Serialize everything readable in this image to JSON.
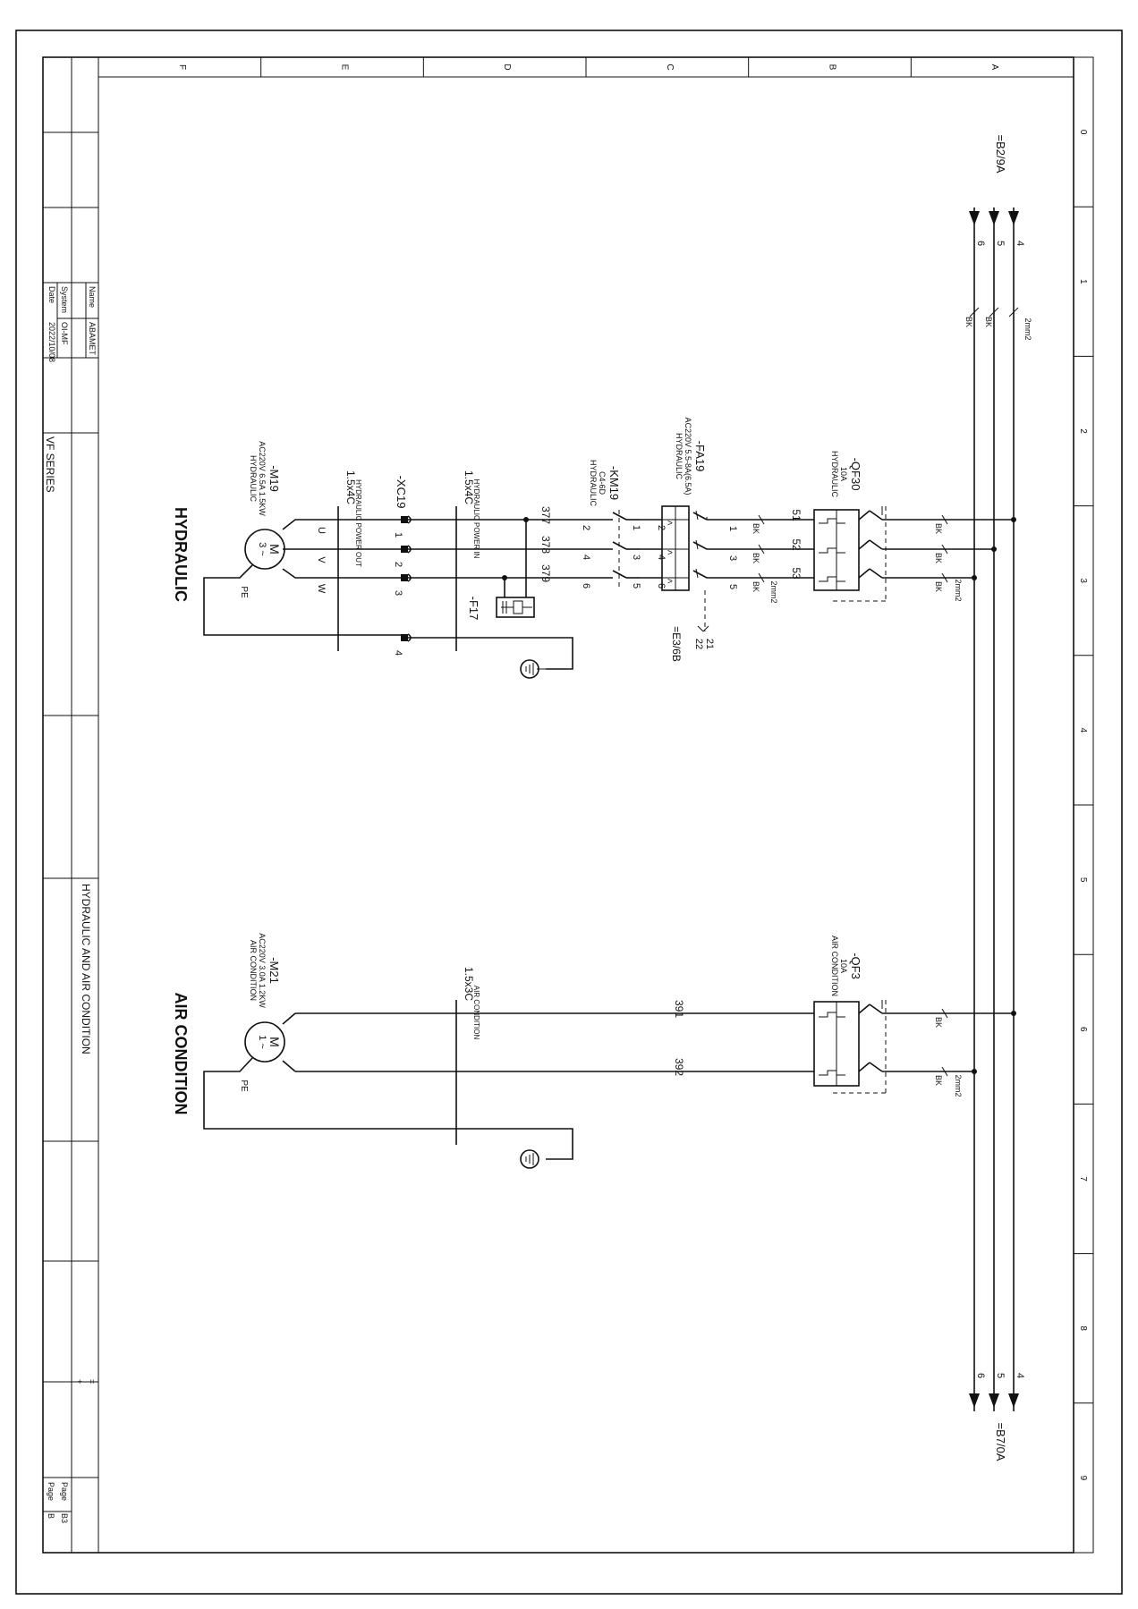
{
  "drawing": {
    "title": "HYDRAULIC AND AIR CONDITION",
    "series": "VF SERIES",
    "sections": {
      "hydraulic": "HYDRAULIC",
      "air_condition": "AIR CONDITION"
    },
    "col_labels": [
      "F",
      "E",
      "D",
      "C",
      "B",
      "A"
    ],
    "row_labels": [
      "0",
      "1",
      "2",
      "3",
      "4",
      "5",
      "6",
      "7",
      "8",
      "9"
    ],
    "title_block": {
      "name_label": "Name",
      "name_value": "ABAMET",
      "system_label": "System",
      "system_value": "OI-MF",
      "date_label": "Date",
      "date_value": "2022/10/08",
      "page_label": "Page",
      "page_value": "B3",
      "page2_label": "Page",
      "page2_value": "B",
      "mark_eq": "=",
      "mark_plus": "+"
    }
  },
  "bus": {
    "ref_top": "=B2/9A",
    "ref_bottom": "=B7/0A",
    "phases": [
      "4",
      "5",
      "6"
    ],
    "wire_size": "2mm2",
    "wire_color": "BK"
  },
  "qf30": {
    "tag": "-QF30",
    "rating": "10A",
    "desc": "HYDRAULIC"
  },
  "fa19": {
    "tag": "-FA19",
    "rating": "AC220V 5.5-8A(6.5A)",
    "desc": "HYDRAULIC",
    "aux_ref": "=E3/6B",
    "aux_21": "21",
    "aux_22": "22"
  },
  "km19": {
    "tag": "-KM19",
    "model": "C4-6D",
    "desc": "HYDRAULIC"
  },
  "xc19": {
    "tag": "-XC19"
  },
  "m19": {
    "tag": "-M19",
    "rating": "AC220V 6.5A 1.5KW",
    "desc": "HYDRAULIC",
    "letter": "M",
    "phase": "3 ~",
    "pe": "PE"
  },
  "f17": {
    "tag": "-F17"
  },
  "hyd_wires": [
    "51",
    "52",
    "53",
    "377",
    "378",
    "379"
  ],
  "hyd_terms": [
    "1",
    "3",
    "5",
    "2",
    "4",
    "6"
  ],
  "cable_power_in": {
    "size": "1.5x4C",
    "desc": "HYDRAULIC POWER IN"
  },
  "cable_power_out": {
    "size": "1.5x4C",
    "desc": "HYDRAULIC POWER OUT"
  },
  "motor_phases": [
    "U",
    "V",
    "W"
  ],
  "xc_pins": [
    "1",
    "2",
    "3",
    "4"
  ],
  "qf3": {
    "tag": "-QF3",
    "rating": "10A",
    "desc": "AIR CONDITION"
  },
  "m21": {
    "tag": "-M21",
    "rating": "AC220V 3.0A 1.2KW",
    "desc": "AIR CONDITION",
    "letter": "M",
    "phase": "1 ~",
    "pe": "PE"
  },
  "ac_wires": [
    "391",
    "392"
  ],
  "cable_ac": {
    "size": "1.5x3C",
    "desc": "AIR CONDITION"
  }
}
